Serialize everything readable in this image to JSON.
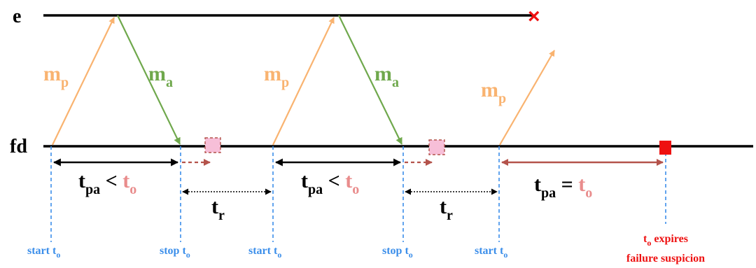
{
  "lanes": {
    "e": "e",
    "fd": "fd"
  },
  "messages": {
    "probe": {
      "base": "m",
      "sub": "p"
    },
    "ack": {
      "base": "m",
      "sub": "a"
    }
  },
  "intervals": {
    "pa_lt_to": {
      "t": "t",
      "pa": "pa",
      "op": " < ",
      "to_t": "t",
      "to_o": "o"
    },
    "pa_eq_to": {
      "t": "t",
      "pa": "pa",
      "op": " = ",
      "to_t": "t",
      "to_o": "o"
    },
    "tr": {
      "t": "t",
      "r": "r"
    }
  },
  "events": {
    "start": {
      "word": "start t",
      "sub": "o"
    },
    "stop": {
      "word": "stop t",
      "sub": "o"
    },
    "expires": {
      "t": "t",
      "sub": "o",
      "word": " expires"
    },
    "suspicion": "failure suspicion"
  },
  "crash_marker": "×",
  "colors": {
    "probe": "#F9B370",
    "ack": "#6FA84C",
    "timeline": "#000000",
    "event_line": "#3B8EEA",
    "timeout": "#E98C8C",
    "timeout_arrow": "#B4534B",
    "stopped_box": "#F7BFD8",
    "failure": "#EE1111"
  }
}
